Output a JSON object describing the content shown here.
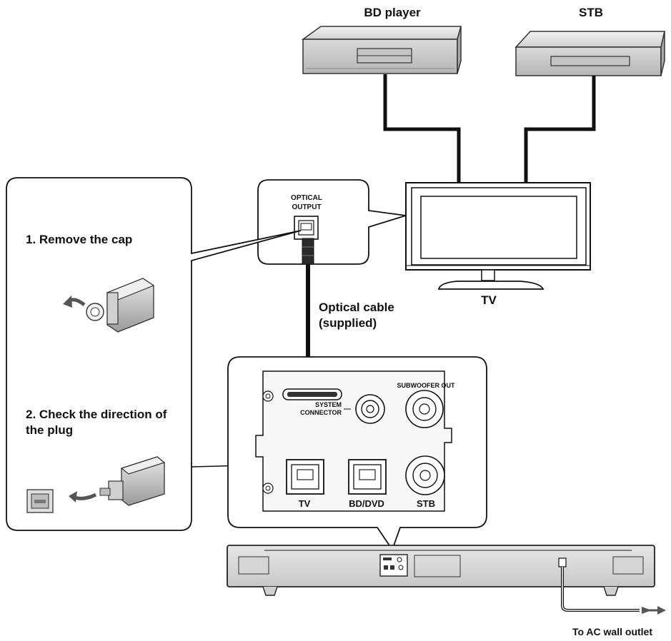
{
  "devices": {
    "bd_player": "BD player",
    "stb_top": "STB",
    "tv": "TV"
  },
  "tv_callout": {
    "port_label_line1": "OPTICAL",
    "port_label_line2": "OUTPUT"
  },
  "cable": {
    "line1": "Optical cable",
    "line2": "(supplied)"
  },
  "steps": {
    "step1": "1. Remove the cap",
    "step2_line1": "2. Check the direction of",
    "step2_line2": "the plug"
  },
  "rear_panel": {
    "subwoofer_out": "SUBWOOFER OUT",
    "system_connector_line1": "SYSTEM",
    "system_connector_line2": "CONNECTOR",
    "input_tv": "TV",
    "input_bd_dvd": "BD/DVD",
    "input_stb": "STB"
  },
  "power": {
    "outlet_label": "To AC wall outlet"
  }
}
